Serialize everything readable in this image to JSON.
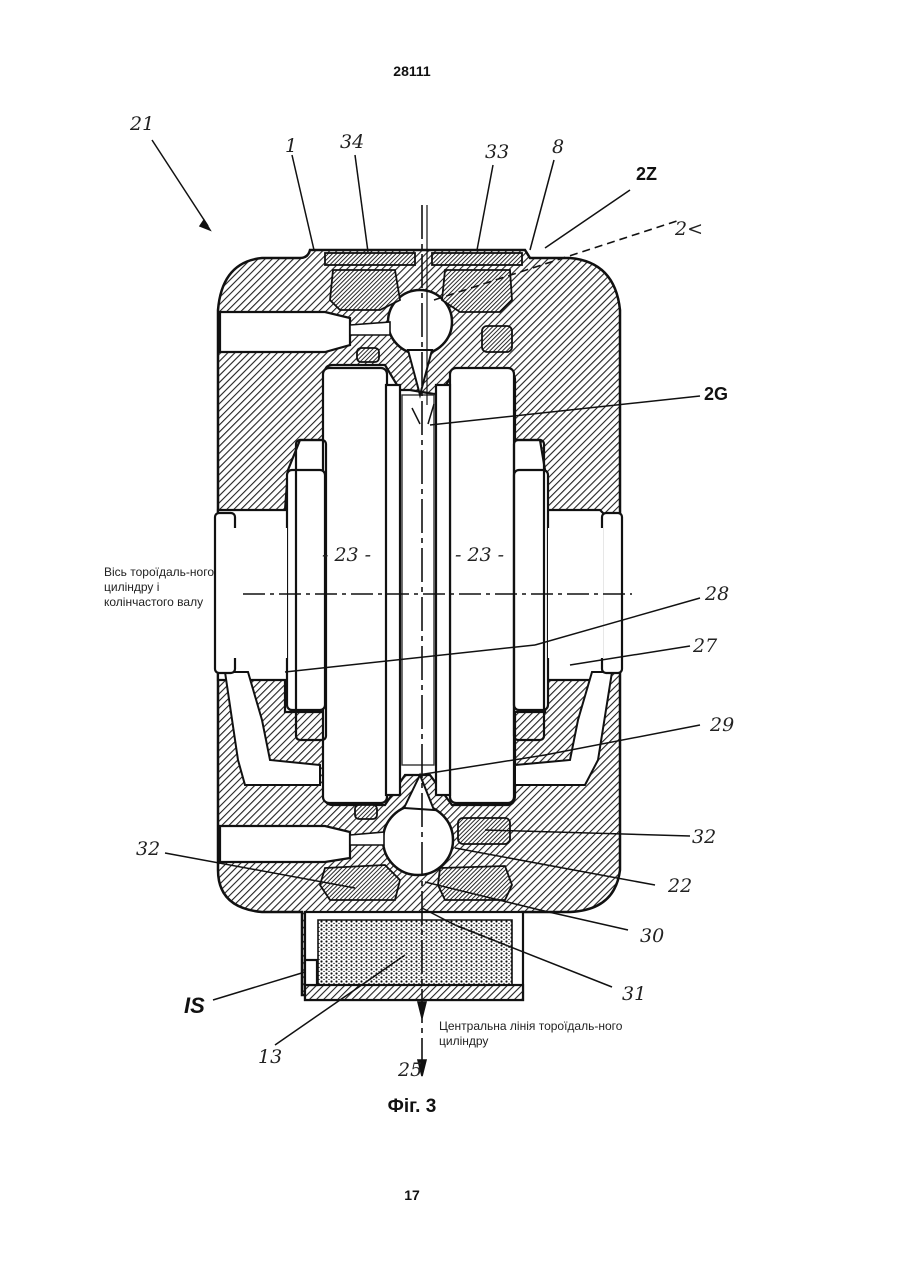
{
  "document": {
    "number": "28111",
    "page_number": "17",
    "figure_caption": "Фіг. 3"
  },
  "annotations": {
    "axis_note": "Вісь тороїдаль-ного циліндру і колінчастого валу",
    "centerline_note": "Центральна лінія тороїдаль-ного циліндру"
  },
  "reference_labels": {
    "r21": "21",
    "r1": "1",
    "r34": "34",
    "r33": "33",
    "r8": "8",
    "r2Z": "2Z",
    "r2K": "2<",
    "r2G": "2G",
    "r23a": "- 23 -",
    "r23b": "- 23 -",
    "r28": "28",
    "r27": "27",
    "r29": "29",
    "r32r": "32",
    "r32l": "32",
    "r22": "22",
    "r30": "30",
    "r31": "31",
    "rIS": "IS",
    "r13": "13",
    "r25": "25"
  },
  "colors": {
    "ink": "#111111",
    "hatch": "#333333",
    "paper": "#ffffff"
  }
}
